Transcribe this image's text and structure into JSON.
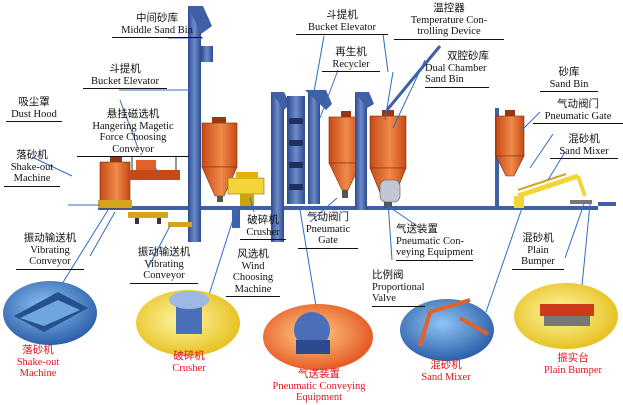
{
  "labels": {
    "middle_sand_bin": {
      "cn": "中间砂库",
      "en": "Middle Sand Bin"
    },
    "bucket_elevator_top": {
      "cn": "斗提机",
      "en": "Bucket Elevator"
    },
    "temperature_device": {
      "cn": "温控器",
      "en1": "Temperature Con-",
      "en2": "trolling Device"
    },
    "recycler": {
      "cn": "再生机",
      "en": "Recycler"
    },
    "dual_chamber": {
      "cn": "双腔砂库",
      "en1": "Dual Chamber",
      "en2": "Sand Bin"
    },
    "sand_bin": {
      "cn": "砂库",
      "en": "Sand Bin"
    },
    "pneumatic_gate_right": {
      "cn": "气动阀门",
      "en": "Pneumatic Gate"
    },
    "sand_mixer": {
      "cn": "混砂机",
      "en": "Sand Mixer"
    },
    "bucket_elevator_left": {
      "cn": "斗提机",
      "en": "Bucket Elevator"
    },
    "dust_hood": {
      "cn": "吸尘罩",
      "en": "Dust Hood"
    },
    "magnetic_conveyor": {
      "cn": "悬挂磁选机",
      "en1": "Hangering Magetic",
      "en2": "Force Choosing",
      "en3": "Conveyor"
    },
    "shakeout": {
      "cn": "落砂机",
      "en1": "Shake-out",
      "en2": "Machine"
    },
    "vibrating_conveyor_left": {
      "cn": "振动输送机",
      "en1": "Vibrating",
      "en2": "Conveyor"
    },
    "vibrating_conveyor_mid": {
      "cn": "振动输送机",
      "en1": "Vibrating",
      "en2": "Conveyor"
    },
    "crusher": {
      "cn": "破碎机",
      "en": "Crusher"
    },
    "wind_choosing": {
      "cn": "风选机",
      "en1": "Wind",
      "en2": "Choosing",
      "en3": "Machine"
    },
    "pneumatic_gate_mid": {
      "cn": "气动阀门",
      "en1": "Pneumatic",
      "en2": "Gate"
    },
    "pneumatic_conveying": {
      "cn": "气送装置",
      "en1": "Pneumatic Con-",
      "en2": "veying Equipment"
    },
    "proportional_valve": {
      "cn": "比例阀",
      "en1": "Proportional",
      "en2": "Valve"
    },
    "plain_bumper": {
      "cn": "混砂机",
      "en1": "Plain",
      "en2": "Bumper"
    }
  },
  "captions": {
    "shakeout": {
      "cn": "落砂机",
      "en1": "Shake-out",
      "en2": "Machine"
    },
    "crusher": {
      "cn": "破碎机",
      "en": "Crusher"
    },
    "pneumatic": {
      "cn": "气送装置",
      "en1": "Pneumatic Conveying",
      "en2": "Equipment"
    },
    "sand_mixer": {
      "cn": "混砂机",
      "en": "Sand Mixer"
    },
    "plain_bumper": {
      "cn": "振实台",
      "en": "Plain Bumper"
    }
  },
  "colors": {
    "steel_blue": "#3f5fa6",
    "bin_orange": "#e2612a",
    "machine_yellow": "#f3d53a",
    "leader_blue": "#2f6cc8",
    "caption_red": "#e0141e"
  }
}
